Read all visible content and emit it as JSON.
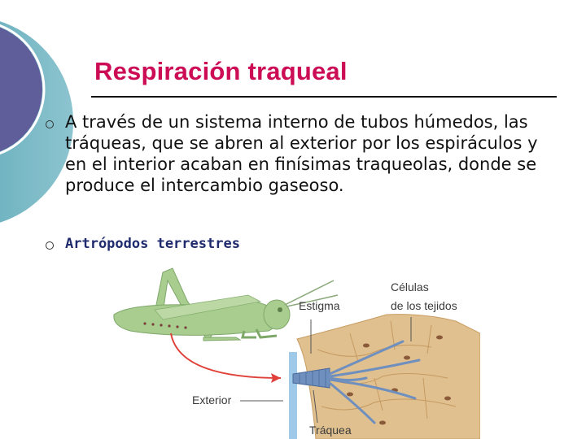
{
  "slide": {
    "title": "Respiración traqueal",
    "bullets": [
      {
        "text": "A través de un sistema interno de tubos húmedos, las tráqueas, que se abren al exterior por los espiráculos y en el interior acaban en finísimas traqueolas, donde se produce el intercambio gaseoso."
      },
      {
        "text": "Artrópodos terrestres"
      }
    ]
  },
  "figure": {
    "labels": {
      "estigma": "Estigma",
      "celulas_line1": "Células",
      "celulas_line2": "de los tejidos",
      "exterior": "Exterior",
      "traquea": "Tráquea"
    },
    "icons": [
      "grasshopper-illustration",
      "trachea-illustration"
    ]
  },
  "colors": {
    "title": "#cc0d56",
    "subheading": "#1f2b6e",
    "deco_purple": "#5f5e9b",
    "deco_teal": "#4f9fae",
    "arrow": "#e0403a",
    "grasshopper": "#a9cc8f",
    "trachea": "#6f8fbf",
    "tissue": "#dcb78a"
  }
}
